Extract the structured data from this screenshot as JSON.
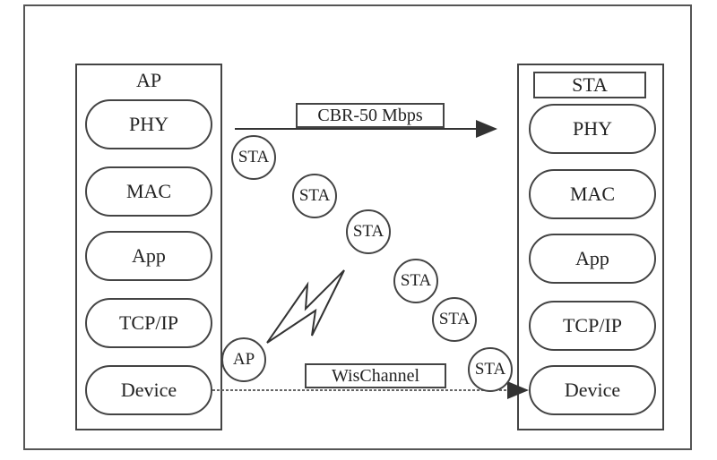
{
  "ap_stack": {
    "title": "AP",
    "layers": [
      "PHY",
      "MAC",
      "App",
      "TCP/IP",
      "Device"
    ]
  },
  "sta_stack": {
    "title": "STA",
    "layers": [
      "PHY",
      "MAC",
      "App",
      "TCP/IP",
      "Device"
    ]
  },
  "links": {
    "top_label": "CBR-50 Mbps",
    "bottom_label": "WisChannel"
  },
  "nodes": {
    "sta": [
      "STA",
      "STA",
      "STA",
      "STA",
      "STA",
      "STA"
    ],
    "ap": "AP"
  },
  "icons": {
    "wireless": "lightning-bolt-icon"
  }
}
